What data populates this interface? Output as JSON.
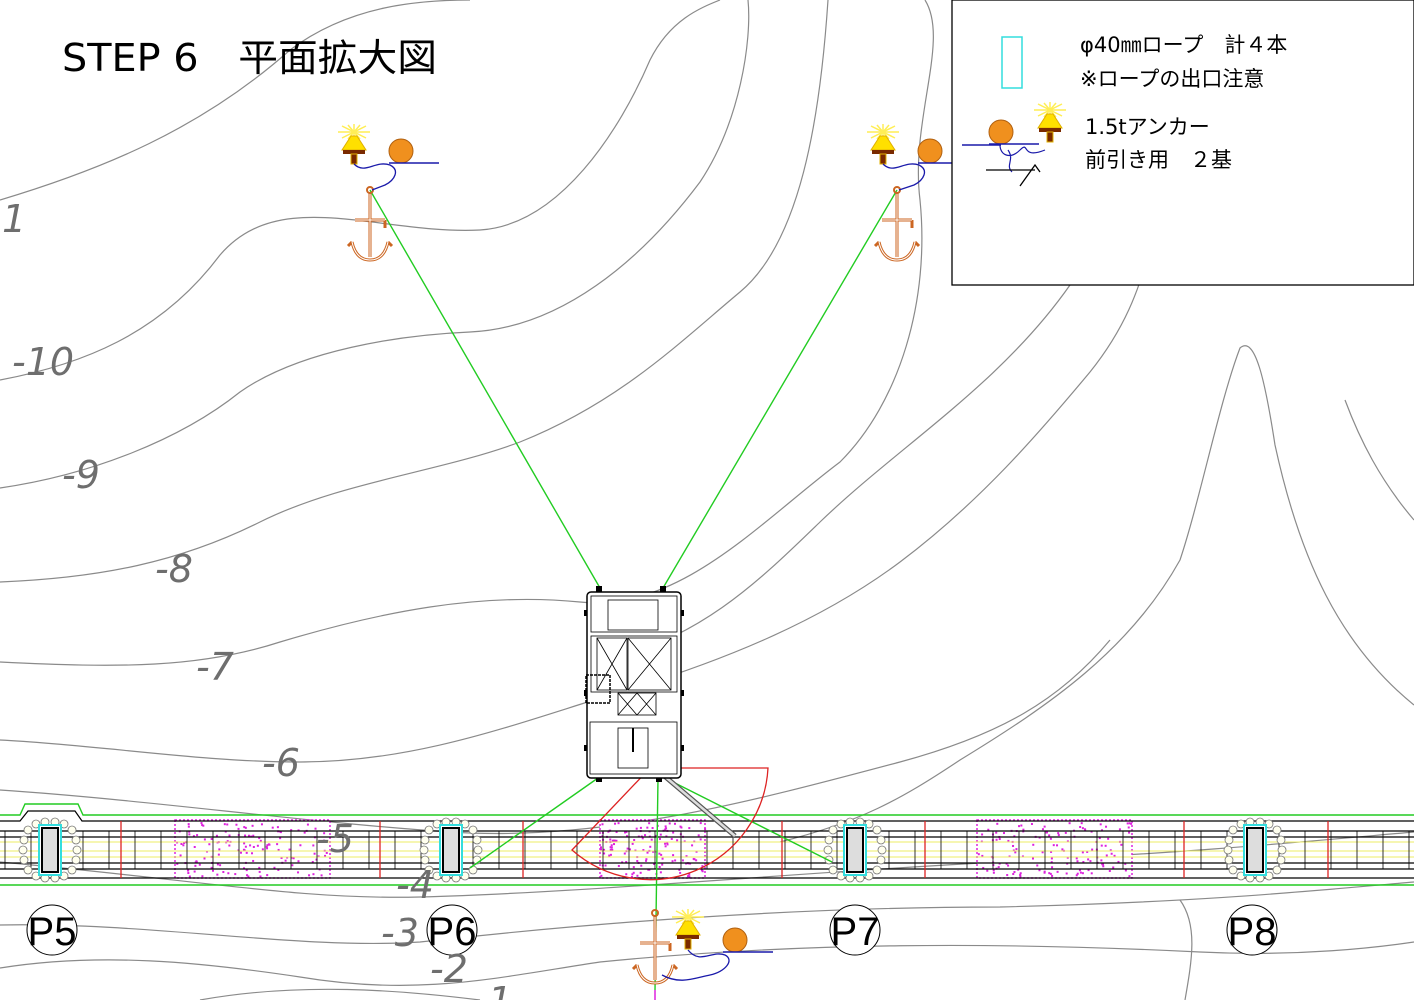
{
  "title": "STEP 6　平面拡大図",
  "legend": {
    "rope_line1": "φ40㎜ロープ　計４本",
    "rope_line2": "※ロープの出口注意",
    "anchor_line1": "1.5tアンカー",
    "anchor_line2": "前引き用　２基"
  },
  "contour_labels": [
    "1",
    "-10",
    "-9",
    "-8",
    "-7",
    "-6",
    "-5",
    "-4",
    "-3",
    "-2",
    "1"
  ],
  "piers": [
    "P5",
    "P6",
    "P7",
    "P8"
  ],
  "colors": {
    "mooring_line": "#22cc22",
    "rope": "#33dddd",
    "anchor": "#cc6622",
    "buoy": "#f0901e",
    "light": "#ffee00",
    "swing_range": "#dd2222",
    "hatch": "#dd22dd",
    "contour": "#8a8a8a"
  }
}
